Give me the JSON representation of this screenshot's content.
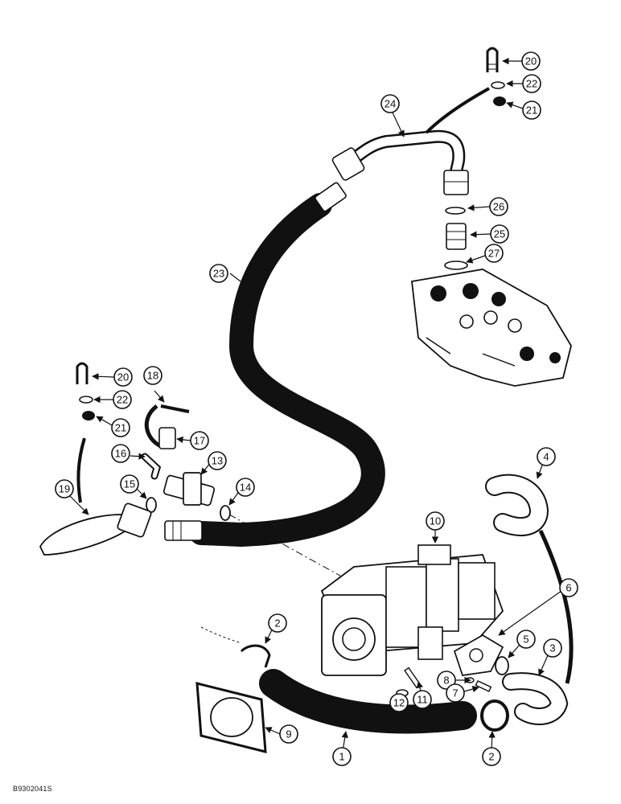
{
  "reference_code": "B9302041S",
  "callouts": [
    {
      "id": "c20a",
      "label": "20"
    },
    {
      "id": "c22a",
      "label": "22"
    },
    {
      "id": "c21a",
      "label": "21"
    },
    {
      "id": "c24",
      "label": "24"
    },
    {
      "id": "c26",
      "label": "26"
    },
    {
      "id": "c25",
      "label": "25"
    },
    {
      "id": "c27",
      "label": "27"
    },
    {
      "id": "c23",
      "label": "23"
    },
    {
      "id": "c18",
      "label": "18"
    },
    {
      "id": "c20b",
      "label": "20"
    },
    {
      "id": "c22b",
      "label": "22"
    },
    {
      "id": "c21b",
      "label": "21"
    },
    {
      "id": "c17",
      "label": "17"
    },
    {
      "id": "c16",
      "label": "16"
    },
    {
      "id": "c13",
      "label": "13"
    },
    {
      "id": "c15",
      "label": "15"
    },
    {
      "id": "c14",
      "label": "14"
    },
    {
      "id": "c19",
      "label": "19"
    },
    {
      "id": "c4",
      "label": "4"
    },
    {
      "id": "c10",
      "label": "10"
    },
    {
      "id": "c6",
      "label": "6"
    },
    {
      "id": "c2a",
      "label": "2"
    },
    {
      "id": "c5",
      "label": "5"
    },
    {
      "id": "c3",
      "label": "3"
    },
    {
      "id": "c8",
      "label": "8"
    },
    {
      "id": "c7",
      "label": "7"
    },
    {
      "id": "c11",
      "label": "11"
    },
    {
      "id": "c12",
      "label": "12"
    },
    {
      "id": "c9",
      "label": "9"
    },
    {
      "id": "c1",
      "label": "1"
    },
    {
      "id": "c2b",
      "label": "2"
    }
  ]
}
